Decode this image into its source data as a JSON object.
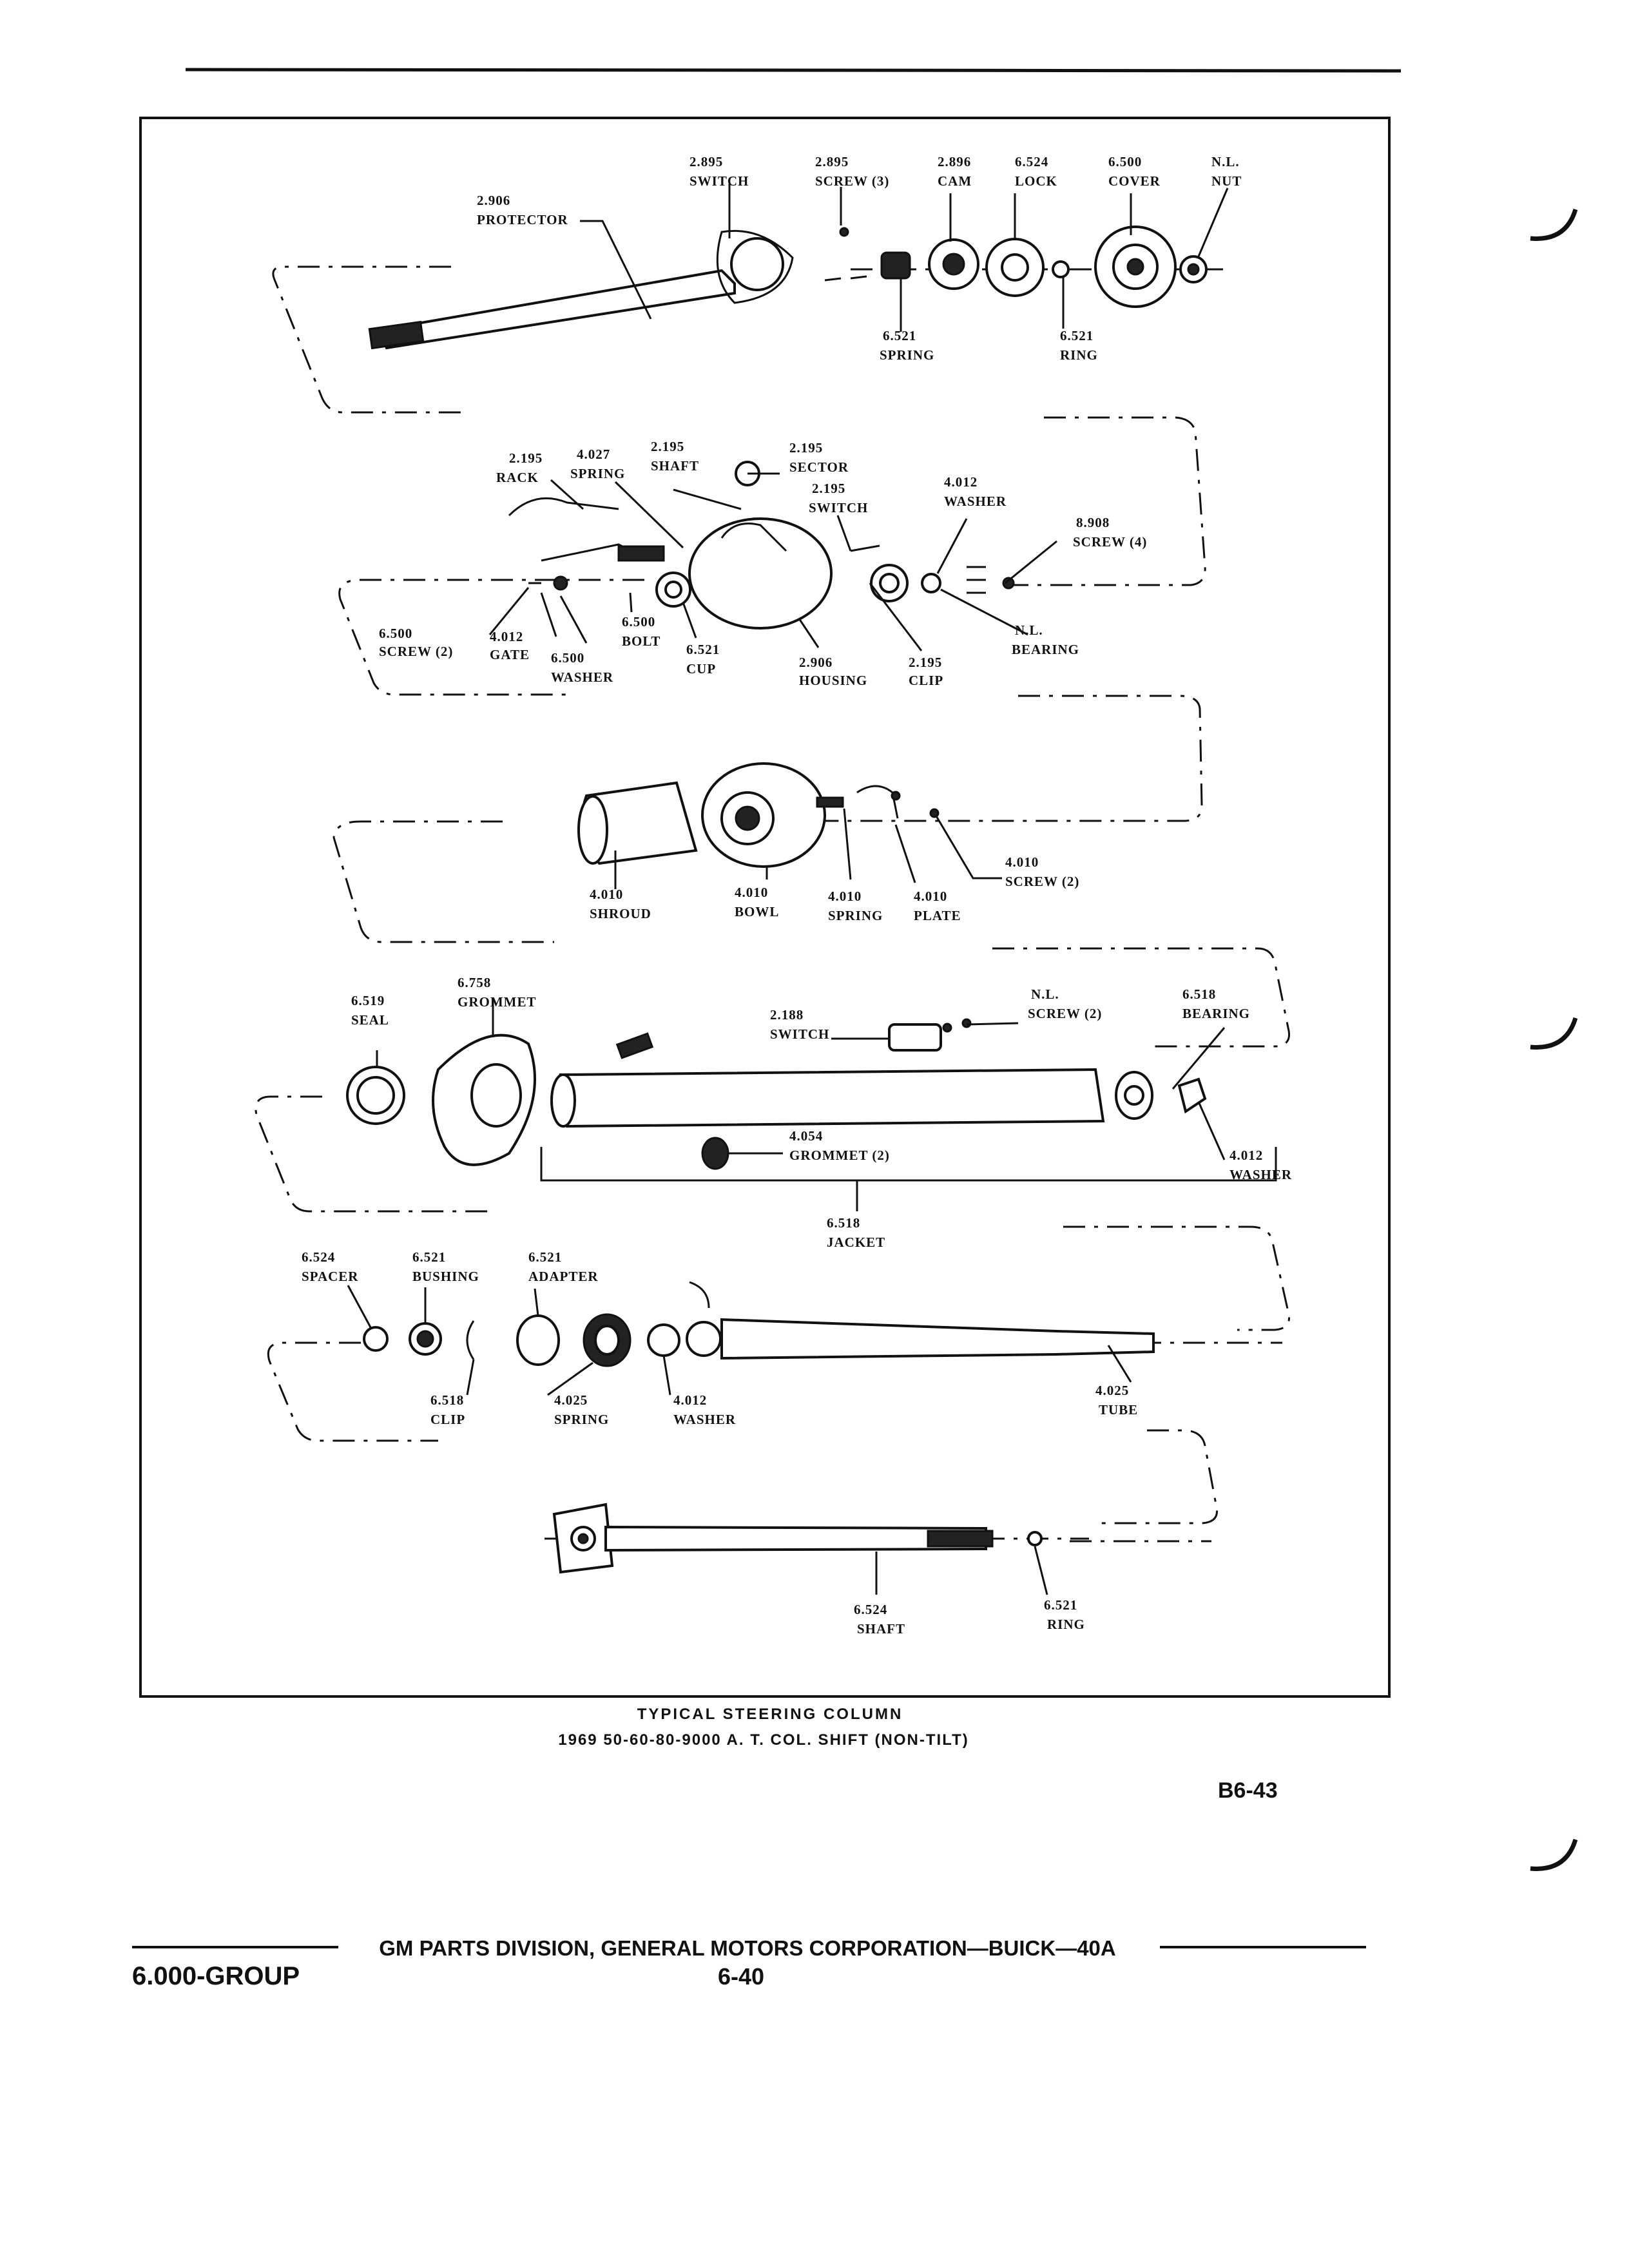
{
  "parts": [
    {
      "id": "p1",
      "num": "2.906",
      "name": "PROTECTOR"
    },
    {
      "id": "p2",
      "num": "2.895",
      "name": "SWITCH"
    },
    {
      "id": "p3",
      "num": "2.895",
      "name": "SCREW (3)"
    },
    {
      "id": "p4",
      "num": "2.896",
      "name": "CAM"
    },
    {
      "id": "p5",
      "num": "6.524",
      "name": "LOCK"
    },
    {
      "id": "p6",
      "num": "6.500",
      "name": "COVER"
    },
    {
      "id": "p7",
      "num": "N.L.",
      "name": "NUT"
    },
    {
      "id": "p8",
      "num": "6.521",
      "name": "SPRING"
    },
    {
      "id": "p9",
      "num": "6.521",
      "name": "RING"
    },
    {
      "id": "p10",
      "num": "2.195",
      "name": "RACK"
    },
    {
      "id": "p11",
      "num": "4.027",
      "name": "SPRING"
    },
    {
      "id": "p12",
      "num": "2.195",
      "name": "SHAFT"
    },
    {
      "id": "p13",
      "num": "2.195",
      "name": "SECTOR"
    },
    {
      "id": "p14",
      "num": "2.195",
      "name": "SWITCH"
    },
    {
      "id": "p15",
      "num": "4.012",
      "name": "WASHER"
    },
    {
      "id": "p16",
      "num": "8.908",
      "name": "SCREW (4)"
    },
    {
      "id": "p17",
      "num": "6.500",
      "name": "SCREW (2)"
    },
    {
      "id": "p18",
      "num": "4.012",
      "name": "GATE"
    },
    {
      "id": "p19",
      "num": "6.500",
      "name": "WASHER"
    },
    {
      "id": "p20",
      "num": "6.500",
      "name": "BOLT"
    },
    {
      "id": "p21",
      "num": "6.521",
      "name": "CUP"
    },
    {
      "id": "p22",
      "num": "2.906",
      "name": "HOUSING"
    },
    {
      "id": "p23",
      "num": "2.195",
      "name": "CLIP"
    },
    {
      "id": "p24",
      "num": "N.L.",
      "name": "BEARING"
    },
    {
      "id": "p25",
      "num": "4.010",
      "name": "SHROUD"
    },
    {
      "id": "p26",
      "num": "4.010",
      "name": "BOWL"
    },
    {
      "id": "p27",
      "num": "4.010",
      "name": "SPRING"
    },
    {
      "id": "p28",
      "num": "4.010",
      "name": "PLATE"
    },
    {
      "id": "p29",
      "num": "4.010",
      "name": "SCREW (2)"
    },
    {
      "id": "p30",
      "num": "6.519",
      "name": "SEAL"
    },
    {
      "id": "p31",
      "num": "6.758",
      "name": "GROMMET"
    },
    {
      "id": "p32",
      "num": "2.188",
      "name": "SWITCH"
    },
    {
      "id": "p33",
      "num": "N.L.",
      "name": "SCREW (2)"
    },
    {
      "id": "p34",
      "num": "6.518",
      "name": "BEARING"
    },
    {
      "id": "p35",
      "num": "4.054",
      "name": "GROMMET (2)"
    },
    {
      "id": "p36",
      "num": "4.012",
      "name": "WASHER"
    },
    {
      "id": "p37",
      "num": "6.518",
      "name": "JACKET"
    },
    {
      "id": "p38",
      "num": "6.524",
      "name": "SPACER"
    },
    {
      "id": "p39",
      "num": "6.521",
      "name": "BUSHING"
    },
    {
      "id": "p40",
      "num": "6.521",
      "name": "ADAPTER"
    },
    {
      "id": "p41",
      "num": "6.518",
      "name": "CLIP"
    },
    {
      "id": "p42",
      "num": "4.025",
      "name": "SPRING"
    },
    {
      "id": "p43",
      "num": "4.012",
      "name": "WASHER"
    },
    {
      "id": "p44",
      "num": "4.025",
      "name": "TUBE"
    },
    {
      "id": "p45",
      "num": "6.524",
      "name": "SHAFT"
    },
    {
      "id": "p46",
      "num": "6.521",
      "name": "RING"
    }
  ],
  "caption": {
    "line1": "TYPICAL STEERING COLUMN",
    "line2": "1969 50-60-80-9000 A. T. COL. SHIFT (NON-TILT)"
  },
  "figure_id": "B6-43",
  "footer": {
    "group": "6.000-GROUP",
    "division": "GM PARTS DIVISION, GENERAL MOTORS CORPORATION—BUICK—40A",
    "page": "6-40"
  }
}
